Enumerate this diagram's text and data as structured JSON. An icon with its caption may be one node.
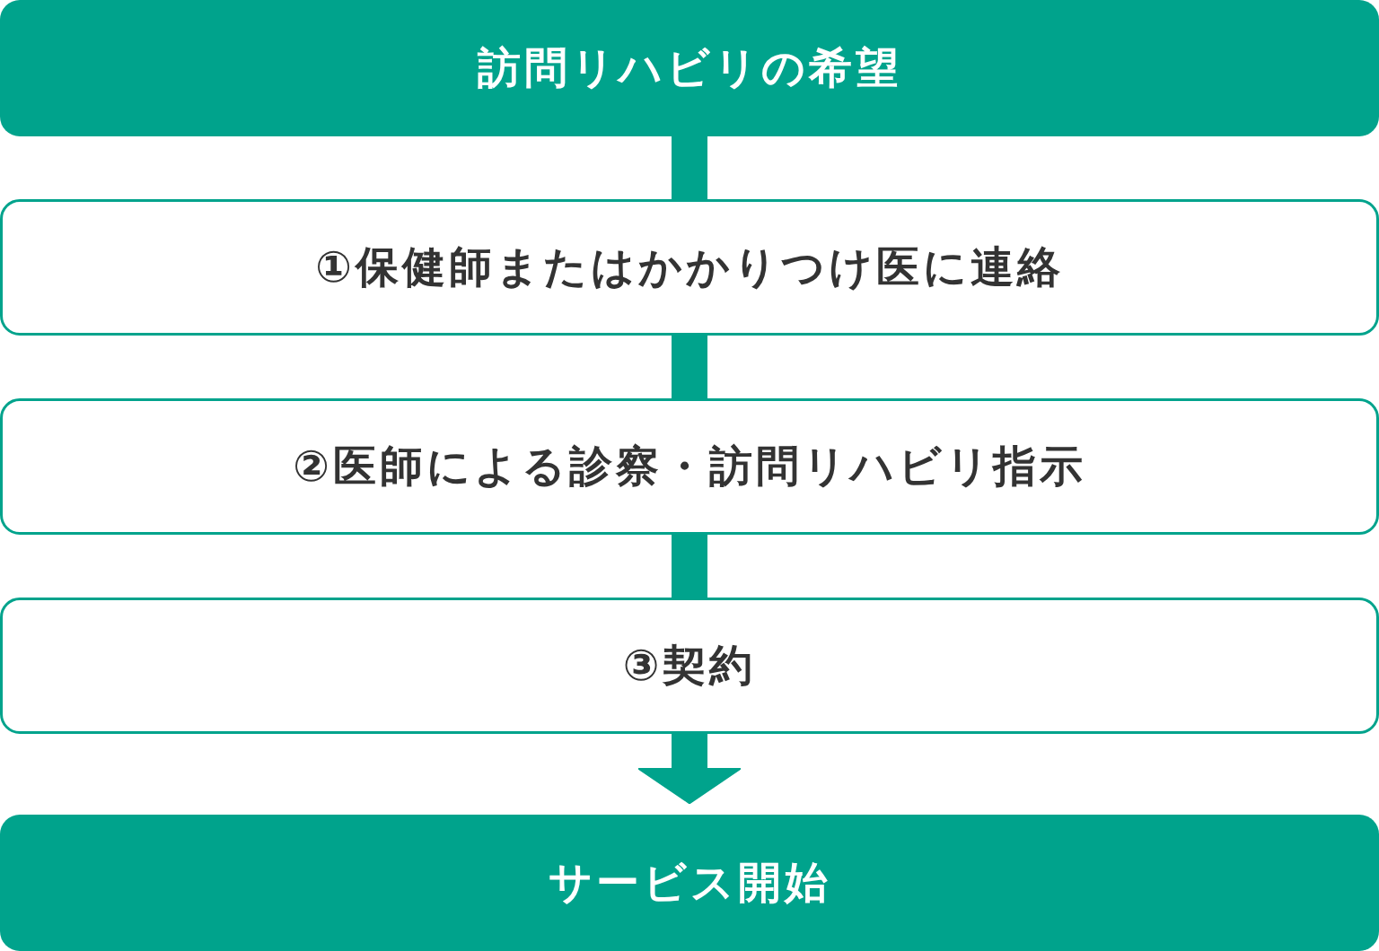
{
  "diagram": {
    "nodes": [
      {
        "text": [
          "訪問リハビリの希望"
        ]
      },
      {
        "text": [
          "①保健師またはかかりつけ医に連絡"
        ]
      },
      {
        "text": [
          "②医師による診察・訪問リハビリ指示"
        ]
      },
      {
        "text": [
          "③契約"
        ]
      },
      {
        "text": [
          "サービス開始"
        ]
      }
    ],
    "edges": [
      {
        "from": 0,
        "to": 1,
        "arrow": "none"
      },
      {
        "from": 1,
        "to": 2,
        "arrow": "none"
      },
      {
        "from": 2,
        "to": 3,
        "arrow": "none"
      },
      {
        "from": 3,
        "to": 4,
        "arrow": "to"
      }
    ]
  }
}
